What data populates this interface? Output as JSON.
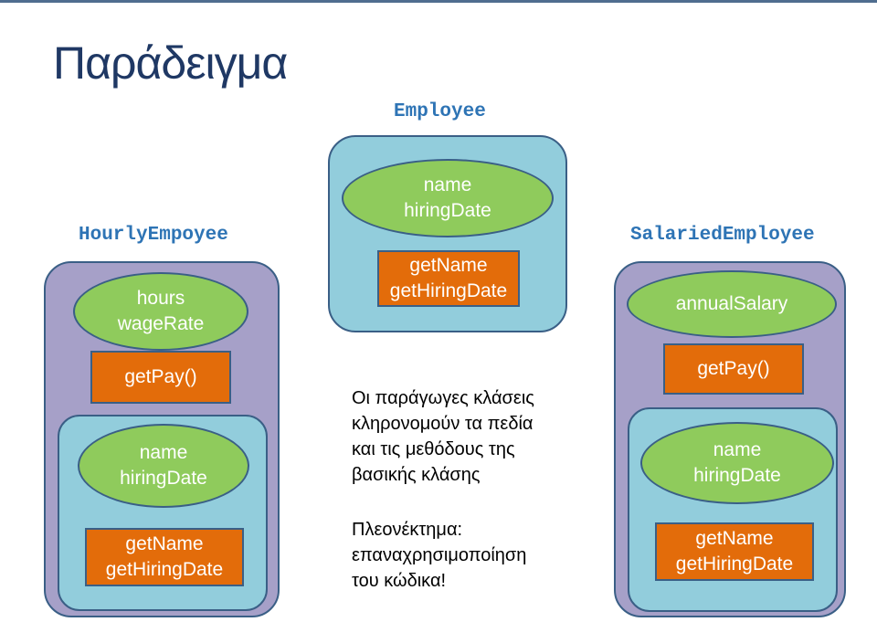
{
  "title": "Παράδειγμα",
  "employee": {
    "class_name": "Employee",
    "fields": [
      "name",
      "hiringDate"
    ],
    "methods": [
      "getName",
      "getHiringDate"
    ]
  },
  "hourly": {
    "class_name": "HourlyEmpoyee",
    "fields": [
      "hours",
      "wageRate"
    ],
    "methods": [
      "getPay()"
    ],
    "inherited_fields": [
      "name",
      "hiringDate"
    ],
    "inherited_methods": [
      "getName",
      "getHiringDate"
    ]
  },
  "salaried": {
    "class_name": "SalariedEmployee",
    "fields": [
      "annualSalary"
    ],
    "methods": [
      "getPay()"
    ],
    "inherited_fields": [
      "name",
      "hiringDate"
    ],
    "inherited_methods": [
      "getName",
      "getHiringDate"
    ]
  },
  "note": {
    "lines": [
      "Οι παράγωγες κλάσεις",
      "κληρονομούν τα πεδία",
      "και τις μεθόδους της",
      "βασικής κλάσης"
    ],
    "advantage_lines": [
      "Πλεονέκτημα:",
      "επαναχρησιμοποίηση",
      "του κώδικα!"
    ]
  },
  "colors": {
    "title": "#1f3864",
    "class_label": "#2e74b5",
    "derived_box": "#a6a0c8",
    "base_box": "#92cddc",
    "fields_ellipse": "#8fcb5c",
    "methods_rect": "#e36c0a",
    "border": "#3a5f86"
  }
}
